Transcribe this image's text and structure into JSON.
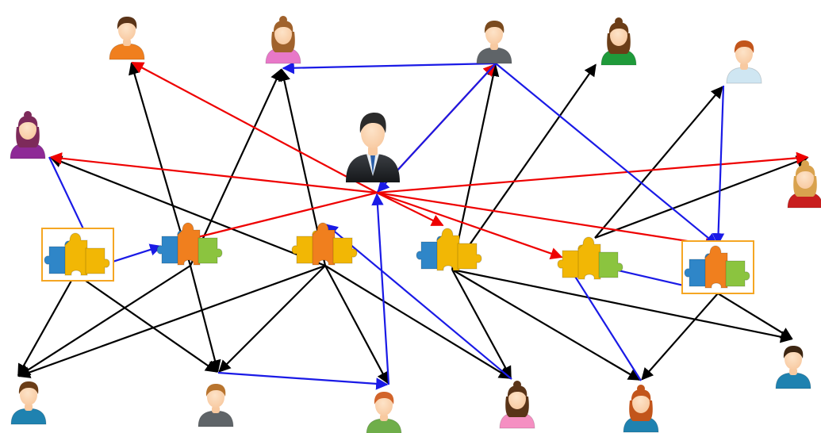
{
  "colors": {
    "background": "#ffffff",
    "edge_dependency": "#000000",
    "edge_manager": "#ee0000",
    "edge_contributor": "#1a1ae6",
    "highlight_box": "#f5a623",
    "skin": "#f8c9a0",
    "piece_blue": "#2f86c8",
    "piece_yellow": "#f2b705",
    "piece_orange": "#f07f1e",
    "piece_green": "#8bc43f"
  },
  "people": [
    {
      "id": "p1",
      "icon": "person-icon",
      "shirt": "#f07f1e",
      "hair": "#5a3418",
      "female": false
    },
    {
      "id": "p2",
      "icon": "person-icon",
      "shirt": "#e878c8",
      "hair": "#a0622c",
      "female": true
    },
    {
      "id": "p3",
      "icon": "person-icon",
      "shirt": "#5f6468",
      "hair": "#7a4a1e",
      "female": false
    },
    {
      "id": "p4",
      "icon": "person-icon",
      "shirt": "#1f9a3a",
      "hair": "#6b3d17",
      "female": true
    },
    {
      "id": "p5",
      "icon": "person-icon",
      "shirt": "#cfe6f2",
      "hair": "#c2551b",
      "female": false
    },
    {
      "id": "p6",
      "icon": "person-icon",
      "shirt": "#8e2a96",
      "hair": "#7d2a5a",
      "female": true
    },
    {
      "id": "p7",
      "icon": "person-icon",
      "shirt": "#c81e1e",
      "hair": "#d9a24e",
      "female": true
    },
    {
      "id": "p8",
      "icon": "person-icon",
      "shirt": "#1f82b0",
      "hair": "#6b3d17",
      "female": false
    },
    {
      "id": "p9",
      "icon": "person-icon",
      "shirt": "#5f6468",
      "hair": "#b8742e",
      "female": false
    },
    {
      "id": "p10",
      "icon": "person-icon",
      "shirt": "#6fae4a",
      "hair": "#d2642a",
      "female": false
    },
    {
      "id": "p11",
      "icon": "person-icon",
      "shirt": "#f58fc2",
      "hair": "#5a3418",
      "female": true
    },
    {
      "id": "p12",
      "icon": "person-icon",
      "shirt": "#1f82b0",
      "hair": "#c2551b",
      "female": true
    },
    {
      "id": "p13",
      "icon": "person-icon",
      "shirt": "#1f82b0",
      "hair": "#3d2612",
      "female": false
    }
  ],
  "manager": {
    "id": "mgr",
    "icon": "businessman-icon"
  },
  "pieces": [
    {
      "id": "z1",
      "icon": "puzzle-icon",
      "highlighted": true,
      "colors": [
        "#2f86c8",
        "#f2b705",
        "#f2b705"
      ]
    },
    {
      "id": "z2",
      "icon": "puzzle-icon",
      "highlighted": false,
      "colors": [
        "#2f86c8",
        "#f07f1e",
        "#8bc43f"
      ]
    },
    {
      "id": "z3",
      "icon": "puzzle-icon",
      "highlighted": false,
      "colors": [
        "#f2b705",
        "#f07f1e",
        "#f2b705"
      ]
    },
    {
      "id": "z4",
      "icon": "puzzle-icon",
      "highlighted": false,
      "colors": [
        "#2f86c8",
        "#f2b705",
        "#f2b705"
      ]
    },
    {
      "id": "z5",
      "icon": "puzzle-icon",
      "highlighted": false,
      "colors": [
        "#f2b705",
        "#f2b705",
        "#8bc43f"
      ]
    },
    {
      "id": "z6",
      "icon": "puzzle-icon",
      "highlighted": true,
      "colors": [
        "#2f86c8",
        "#f07f1e",
        "#8bc43f"
      ]
    }
  ],
  "edges": [
    {
      "from": "z2",
      "to": "p1",
      "kind": "dependency"
    },
    {
      "from": "z2",
      "to": "p2",
      "kind": "dependency"
    },
    {
      "from": "z3",
      "to": "p2",
      "kind": "dependency"
    },
    {
      "from": "z3",
      "to": "p6",
      "kind": "dependency"
    },
    {
      "from": "z4",
      "to": "p3",
      "kind": "dependency"
    },
    {
      "from": "z4",
      "to": "p4",
      "kind": "dependency"
    },
    {
      "from": "z5",
      "to": "p5",
      "kind": "dependency"
    },
    {
      "from": "z5",
      "to": "p7",
      "kind": "dependency"
    },
    {
      "from": "z1",
      "to": "p8",
      "kind": "dependency"
    },
    {
      "from": "z1",
      "to": "p9",
      "kind": "dependency"
    },
    {
      "from": "z2",
      "to": "p8",
      "kind": "dependency"
    },
    {
      "from": "z2",
      "to": "p9",
      "kind": "dependency"
    },
    {
      "from": "z3",
      "to": "p8",
      "kind": "dependency"
    },
    {
      "from": "z3",
      "to": "p9",
      "kind": "dependency"
    },
    {
      "from": "z3",
      "to": "p10",
      "kind": "dependency"
    },
    {
      "from": "z3",
      "to": "p11",
      "kind": "dependency"
    },
    {
      "from": "z4",
      "to": "p11",
      "kind": "dependency"
    },
    {
      "from": "z4",
      "to": "p12",
      "kind": "dependency"
    },
    {
      "from": "z4",
      "to": "p13",
      "kind": "dependency"
    },
    {
      "from": "z6",
      "to": "p12",
      "kind": "dependency"
    },
    {
      "from": "z6",
      "to": "p13",
      "kind": "dependency"
    },
    {
      "from": "mgr",
      "to": "p1",
      "kind": "manager"
    },
    {
      "from": "mgr",
      "to": "p6",
      "kind": "manager"
    },
    {
      "from": "mgr",
      "to": "p7",
      "kind": "manager"
    },
    {
      "from": "mgr",
      "to": "p3",
      "kind": "manager"
    },
    {
      "from": "mgr",
      "to": "z2",
      "kind": "manager"
    },
    {
      "from": "mgr",
      "to": "z4",
      "kind": "manager"
    },
    {
      "from": "mgr",
      "to": "z5",
      "kind": "manager"
    },
    {
      "from": "mgr",
      "to": "z6",
      "kind": "manager"
    },
    {
      "from": "p3",
      "to": "p2",
      "kind": "contributor"
    },
    {
      "from": "p3",
      "to": "mgr",
      "kind": "contributor"
    },
    {
      "from": "p3",
      "to": "z6",
      "kind": "contributor"
    },
    {
      "from": "p5",
      "to": "z6",
      "kind": "contributor"
    },
    {
      "from": "p6",
      "to": "z1",
      "kind": "contributor"
    },
    {
      "from": "z1",
      "to": "z2",
      "kind": "contributor"
    },
    {
      "from": "z6",
      "to": "z5",
      "kind": "contributor"
    },
    {
      "from": "p10",
      "to": "mgr",
      "kind": "contributor"
    },
    {
      "from": "p9",
      "to": "p10",
      "kind": "contributor"
    },
    {
      "from": "p11",
      "to": "z3",
      "kind": "contributor"
    },
    {
      "from": "p12",
      "to": "z5",
      "kind": "contributor"
    }
  ]
}
